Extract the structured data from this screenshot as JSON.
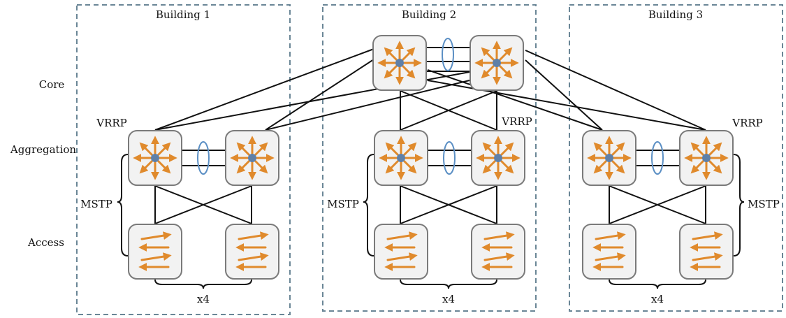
{
  "buildings": [
    {
      "title": "Building 1",
      "count": "x4",
      "protocol": "MSTP",
      "redundancy": "VRRP"
    },
    {
      "title": "Building 2",
      "count": "x4",
      "protocol": "MSTP",
      "redundancy": "VRRP"
    },
    {
      "title": "Building 3",
      "count": "x4",
      "protocol": "MSTP",
      "redundancy": "VRRP"
    }
  ],
  "layers": {
    "core": "Core",
    "aggregation": "Aggregation",
    "access": "Access"
  },
  "colors": {
    "arrow": "#e08a2c",
    "hub": "#5f80a8",
    "lag": "#5b8fc4",
    "building_border": "#6a8696"
  },
  "icons": {
    "router": "router-icon",
    "switch": "switch-icon"
  }
}
